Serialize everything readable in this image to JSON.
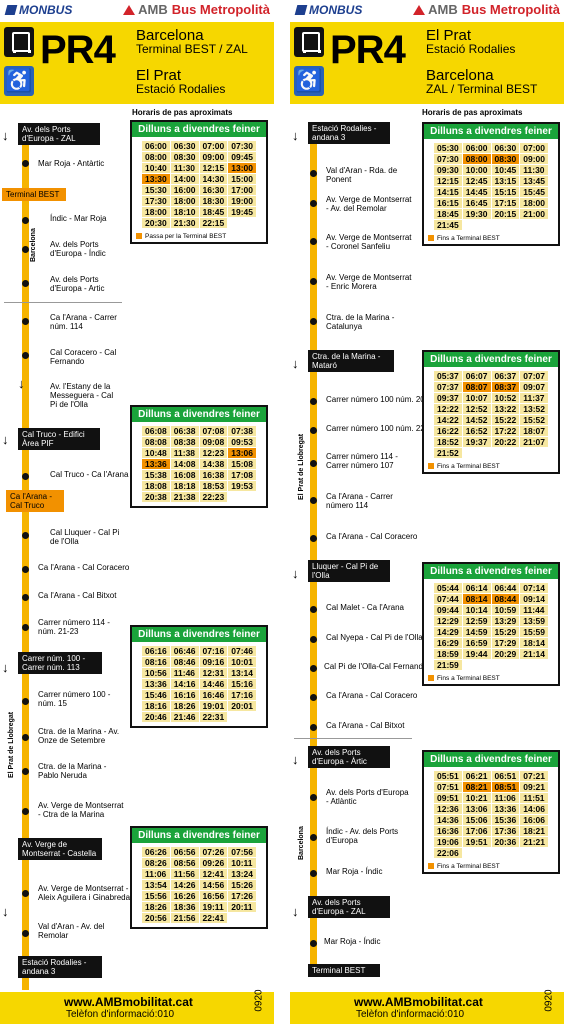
{
  "brand": {
    "monbus": "MONBUS",
    "amb": "AMB",
    "bus_metropolita": "Bus Metropolità"
  },
  "left": {
    "line": "PR4",
    "from": {
      "city": "Barcelona",
      "place": "Terminal BEST / ZAL"
    },
    "to": {
      "city": "El Prat",
      "place": "Estació Rodalies"
    },
    "note": "Horaris de pas aproximats",
    "stops": [
      "Av. dels Ports d'Europa - ZAL",
      "Mar Roja - Antàrtic",
      "Terminal BEST",
      "Índic - Mar Roja",
      "Av. dels Ports d'Europa - Índic",
      "Av. dels Ports d'Europa - Artic",
      "Ca l'Arana - Carrer núm. 114",
      "Cal Coracero - Cal Fernando",
      "Av. l'Estany de la Messeguera - Cal Pi de l'Olla",
      "Cal Truco - Edifici Àrea PIF",
      "Cal Truco - Ca l'Arana",
      "Ca l'Arana - Cal Truco",
      "Cal Lluquer - Cal Pi de l'Olla",
      "Ca l'Arana - Cal Coracero",
      "Ca l'Arana - Cal Bitxot",
      "Carrer número 114 - núm. 21-23",
      "Carrer núm. 100 - Carrer núm. 113",
      "Carrer número 100 - núm. 15",
      "Ctra. de la Marina - Av. Onze de Setembre",
      "Ctra. de la Marina - Pablo Neruda",
      "Av. Verge de Montserrat - Ctra de la Marina",
      "Av. Verge de Montserrat - Castella",
      "Av. Verge de Montserrat - Aleix Aguilera i Ginabreda",
      "Val d'Aran - Av. del Remolar",
      "Estació Rodalies - andana 3"
    ],
    "side_labels": [
      "Barcelona",
      "El Prat de Llobregat"
    ],
    "schedules": [
      {
        "title": "Dilluns a divendres feiner",
        "rows": [
          [
            "06:00",
            "06:30",
            "07:00",
            "07:30"
          ],
          [
            "08:00",
            "08:30",
            "09:00",
            "09:45"
          ],
          [
            "10:40",
            "11:30",
            "12:15",
            "13:00"
          ],
          [
            "13:30",
            "14:00",
            "14:30",
            "15:00"
          ],
          [
            "15:30",
            "16:00",
            "16:30",
            "17:00"
          ],
          [
            "17:30",
            "18:00",
            "18:30",
            "19:00"
          ],
          [
            "18:00",
            "18:10",
            "18:45",
            "19:45"
          ],
          [
            "20:30",
            "21:30",
            "22:15",
            ""
          ]
        ],
        "highlight": [
          [
            2,
            3
          ],
          [
            3,
            0
          ]
        ],
        "note": "Passa per la Terminal BEST"
      },
      {
        "title": "Dilluns a divendres feiner",
        "rows": [
          [
            "06:08",
            "06:38",
            "07:08",
            "07:38"
          ],
          [
            "08:08",
            "08:38",
            "09:08",
            "09:53"
          ],
          [
            "10:48",
            "11:38",
            "12:23",
            "13:06"
          ],
          [
            "13:36",
            "14:08",
            "14:38",
            "15:08"
          ],
          [
            "15:38",
            "16:08",
            "16:38",
            "17:08"
          ],
          [
            "18:08",
            "18:18",
            "18:53",
            "19:53"
          ],
          [
            "20:38",
            "21:38",
            "22:23",
            ""
          ]
        ],
        "highlight": [
          [
            2,
            3
          ],
          [
            3,
            0
          ]
        ]
      },
      {
        "title": "Dilluns a divendres feiner",
        "rows": [
          [
            "06:16",
            "06:46",
            "07:16",
            "07:46"
          ],
          [
            "08:16",
            "08:46",
            "09:16",
            "10:01"
          ],
          [
            "10:56",
            "11:46",
            "12:31",
            "13:14"
          ],
          [
            "13:36",
            "14:16",
            "14:46",
            "15:16"
          ],
          [
            "15:46",
            "16:16",
            "16:46",
            "17:16"
          ],
          [
            "18:16",
            "18:26",
            "19:01",
            "20:01"
          ],
          [
            "20:46",
            "21:46",
            "22:31",
            ""
          ]
        ],
        "highlight": []
      },
      {
        "title": "Dilluns a divendres feiner",
        "rows": [
          [
            "06:26",
            "06:56",
            "07:26",
            "07:56"
          ],
          [
            "08:26",
            "08:56",
            "09:26",
            "10:11"
          ],
          [
            "11:06",
            "11:56",
            "12:41",
            "13:24"
          ],
          [
            "13:54",
            "14:26",
            "14:56",
            "15:26"
          ],
          [
            "15:56",
            "16:26",
            "16:56",
            "17:26"
          ],
          [
            "18:26",
            "18:36",
            "19:11",
            "20:11"
          ],
          [
            "20:56",
            "21:56",
            "22:41",
            ""
          ]
        ],
        "highlight": []
      }
    ],
    "footer": {
      "web": "www.AMBmobilitat.cat",
      "tel": "Telèfon d'informació:010",
      "code": "0920"
    }
  },
  "right": {
    "line": "PR4",
    "from": {
      "city": "El Prat",
      "place": "Estació Rodalies"
    },
    "to": {
      "city": "Barcelona",
      "place": "ZAL / Terminal BEST"
    },
    "note": "Horaris de pas aproximats",
    "stops": [
      "Estació Rodalies - andana 3",
      "Val d'Aran - Rda. de Ponent",
      "Av. Verge de Montserrat - Av. del Remolar",
      "Av. Verge de Montserrat - Coronel Sanfeliu",
      "Av. Verge de Montserrat - Enric Morera",
      "Ctra. de la Marina - Catalunya",
      "Ctra. de la Marina - Mataró",
      "Carrer número 100 núm. 20",
      "Carrer número 100 núm. 22",
      "Carrer número 114 - Carrer número 107",
      "Ca l'Arana - Carrer número 114",
      "Ca l'Arana - Cal Coracero",
      "Lluquer - Cal Pi de l'Olla",
      "Cal Malet - Ca l'Arana",
      "Cal Nyepa - Cal Pi de l'Olla",
      "Cal Pi de l'Olla-Cal Fernando",
      "Ca l'Arana - Cal Coracero",
      "Ca l'Arana - Cal Bitxot",
      "Av. dels Ports d'Europa - Àrtic",
      "Av. dels Ports d'Europa - Atlàntic",
      "Índic - Av. dels Ports d'Europa",
      "Mar Roja - Índic",
      "Av. dels Ports d'Europa - ZAL",
      "Mar Roja - Índic",
      "Terminal BEST"
    ],
    "side_labels": [
      "El Prat de Llobregat",
      "Barcelona"
    ],
    "schedules": [
      {
        "title": "Dilluns a divendres feiner",
        "rows": [
          [
            "05:30",
            "06:00",
            "06:30",
            "07:00"
          ],
          [
            "07:30",
            "08:00",
            "08:30",
            "09:00"
          ],
          [
            "09:30",
            "10:00",
            "10:45",
            "11:30"
          ],
          [
            "12:15",
            "12:45",
            "13:15",
            "13:45"
          ],
          [
            "14:15",
            "14:45",
            "15:15",
            "15:45"
          ],
          [
            "16:15",
            "16:45",
            "17:15",
            "18:00"
          ],
          [
            "18:45",
            "19:30",
            "20:15",
            "21:00"
          ],
          [
            "21:45",
            "",
            "",
            ""
          ]
        ],
        "highlight": [
          [
            1,
            1
          ],
          [
            1,
            2
          ]
        ],
        "note": "Fins a Terminal BEST"
      },
      {
        "title": "Dilluns a divendres feiner",
        "rows": [
          [
            "05:37",
            "06:07",
            "06:37",
            "07:07"
          ],
          [
            "07:37",
            "08:07",
            "08:37",
            "09:07"
          ],
          [
            "09:37",
            "10:07",
            "10:52",
            "11:37"
          ],
          [
            "12:22",
            "12:52",
            "13:22",
            "13:52"
          ],
          [
            "14:22",
            "14:52",
            "15:22",
            "15:52"
          ],
          [
            "16:22",
            "16:52",
            "17:22",
            "18:07"
          ],
          [
            "18:52",
            "19:37",
            "20:22",
            "21:07"
          ],
          [
            "21:52",
            "",
            "",
            ""
          ]
        ],
        "highlight": [
          [
            1,
            1
          ],
          [
            1,
            2
          ]
        ],
        "note": "Fins a Terminal BEST"
      },
      {
        "title": "Dilluns a divendres feiner",
        "rows": [
          [
            "05:44",
            "06:14",
            "06:44",
            "07:14"
          ],
          [
            "07:44",
            "08:14",
            "08:44",
            "09:14"
          ],
          [
            "09:44",
            "10:14",
            "10:59",
            "11:44"
          ],
          [
            "12:29",
            "12:59",
            "13:29",
            "13:59"
          ],
          [
            "14:29",
            "14:59",
            "15:29",
            "15:59"
          ],
          [
            "16:29",
            "16:59",
            "17:29",
            "18:14"
          ],
          [
            "18:59",
            "19:44",
            "20:29",
            "21:14"
          ],
          [
            "21:59",
            "",
            "",
            ""
          ]
        ],
        "highlight": [
          [
            1,
            1
          ],
          [
            1,
            2
          ]
        ],
        "note": "Fins a Terminal BEST"
      },
      {
        "title": "Dilluns a divendres feiner",
        "rows": [
          [
            "05:51",
            "06:21",
            "06:51",
            "07:21"
          ],
          [
            "07:51",
            "08:21",
            "08:51",
            "09:21"
          ],
          [
            "09:51",
            "10:21",
            "11:06",
            "11:51"
          ],
          [
            "12:36",
            "13:06",
            "13:36",
            "14:06"
          ],
          [
            "14:36",
            "15:06",
            "15:36",
            "16:06"
          ],
          [
            "16:36",
            "17:06",
            "17:36",
            "18:21"
          ],
          [
            "19:06",
            "19:51",
            "20:36",
            "21:21"
          ],
          [
            "22:06",
            "",
            "",
            ""
          ]
        ],
        "highlight": [
          [
            1,
            1
          ],
          [
            1,
            2
          ]
        ],
        "note": "Fins a Terminal BEST"
      }
    ],
    "footer": {
      "web": "www.AMBmobilitat.cat",
      "tel": "Telèfon d'informació:010",
      "code": "0920"
    }
  }
}
